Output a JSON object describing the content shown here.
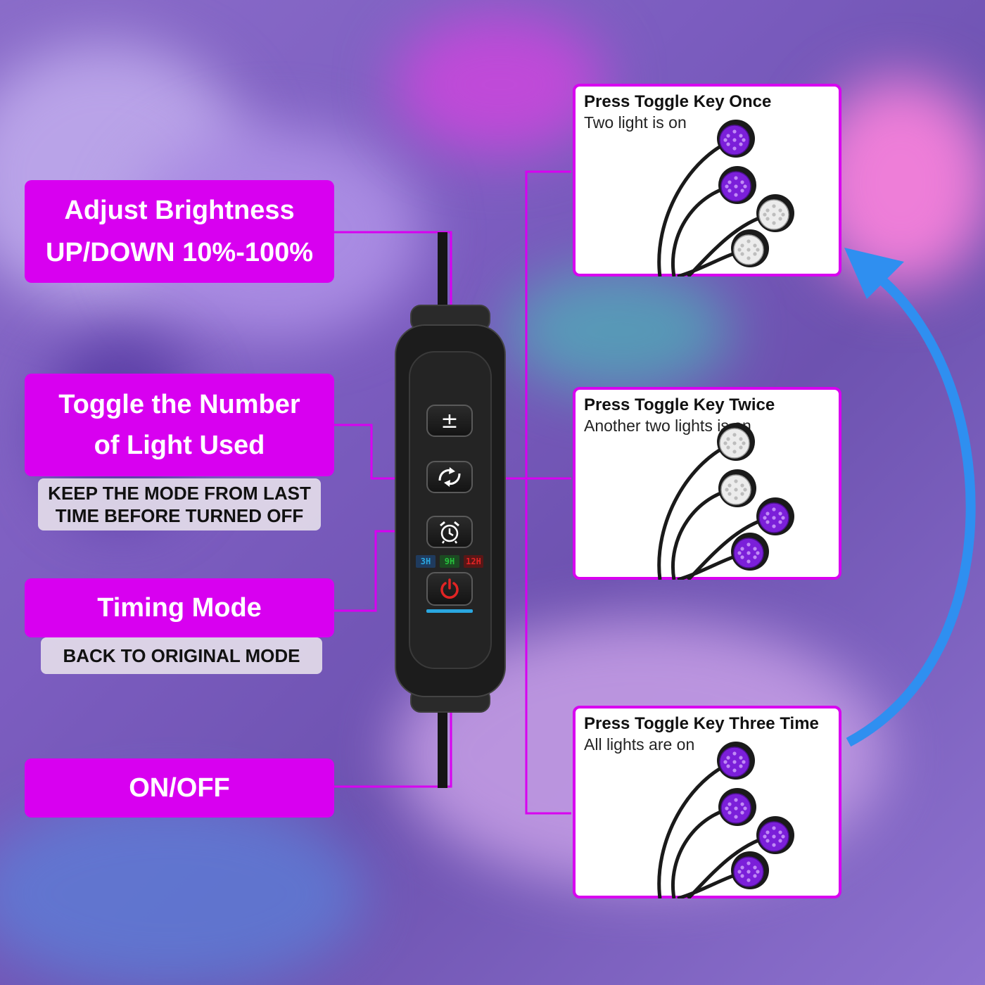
{
  "colors": {
    "callout": "#d800f0",
    "connector": "#d800f0",
    "arrow": "#2f8ff0",
    "uv_led": "#7b1fd9",
    "controller": "#1c1c1c"
  },
  "callouts": {
    "brightness": {
      "line1": "Adjust Brightness",
      "line2": "UP/DOWN 10%-100%"
    },
    "toggle": {
      "line1": "Toggle the Number",
      "line2": "of Light Used"
    },
    "toggle_note": {
      "line1": "KEEP THE MODE FROM LAST",
      "line2": "TIME BEFORE TURNED OFF"
    },
    "timing": {
      "label": "Timing Mode"
    },
    "timing_note": {
      "label": "BACK TO ORIGINAL MODE"
    },
    "power": {
      "label": "ON/OFF"
    }
  },
  "controller": {
    "buttons": [
      {
        "name": "brightness",
        "icon": "plus-minus-icon",
        "glyph": "±"
      },
      {
        "name": "toggle",
        "icon": "cycle-arrows-icon"
      },
      {
        "name": "timer",
        "icon": "alarm-clock-icon"
      },
      {
        "name": "power",
        "icon": "power-icon"
      }
    ],
    "timer_options": [
      {
        "label": "3H",
        "color": "#2aa7e0"
      },
      {
        "label": "9H",
        "color": "#27c23d"
      },
      {
        "label": "12H",
        "color": "#e02424"
      }
    ]
  },
  "panels": [
    {
      "title": "Press Toggle Key Once",
      "subtitle": "Two light is on",
      "leds_on": [
        true,
        true,
        false,
        false
      ]
    },
    {
      "title": "Press Toggle Key Twice",
      "subtitle": "Another two  lights is on",
      "leds_on": [
        false,
        false,
        true,
        true
      ]
    },
    {
      "title": "Press Toggle Key Three Time",
      "subtitle": "All lights are on",
      "leds_on": [
        true,
        true,
        true,
        true
      ]
    }
  ]
}
